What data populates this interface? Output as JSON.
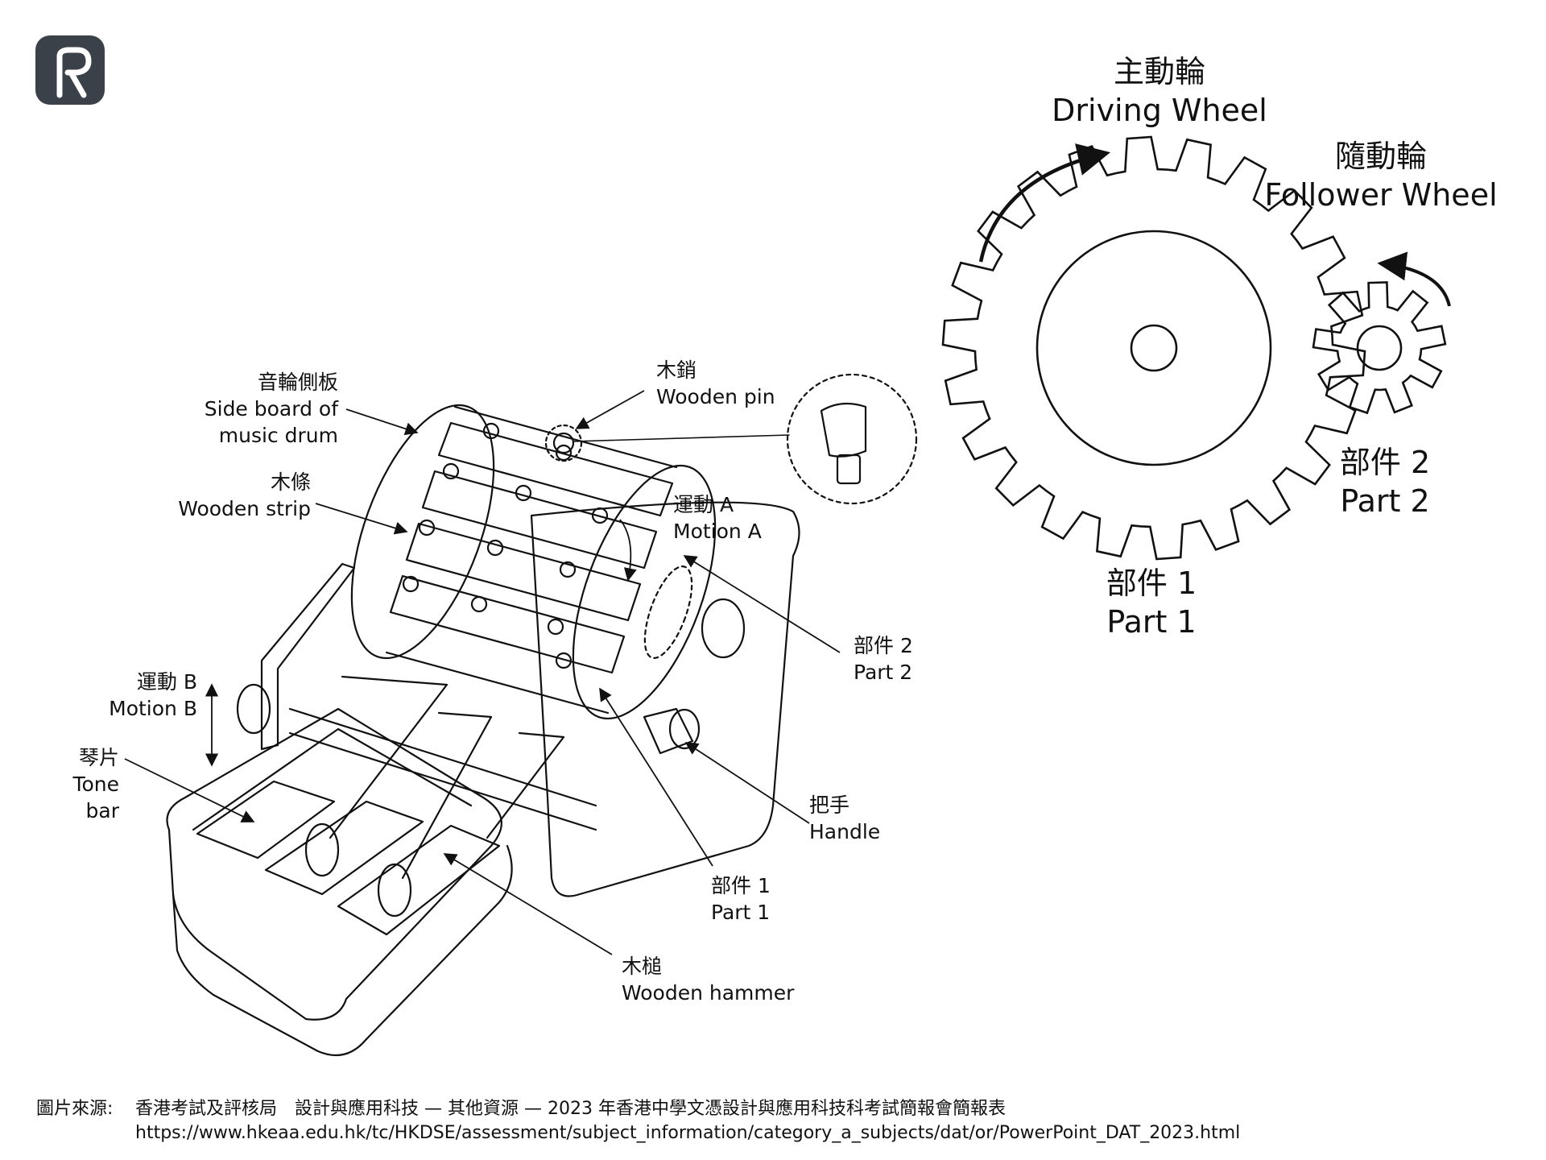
{
  "labels": {
    "side_board_zh": "音輪側板",
    "side_board_en_1": "Side board of",
    "side_board_en_2": "music drum",
    "wooden_pin_zh": "木銷",
    "wooden_pin_en": "Wooden pin",
    "wooden_strip_zh": "木條",
    "wooden_strip_en": "Wooden strip",
    "motion_a_zh": "運動 A",
    "motion_a_en": "Motion A",
    "part2_zh": "部件 2",
    "part2_en": "Part 2",
    "motion_b_zh": "運動 B",
    "motion_b_en": "Motion B",
    "tone_bar_zh": "琴片",
    "tone_bar_en_1": "Tone",
    "tone_bar_en_2": "bar",
    "handle_zh": "把手",
    "handle_en": "Handle",
    "part1_zh": "部件 1",
    "part1_en": "Part 1",
    "hammer_zh": "木槌",
    "hammer_en": "Wooden hammer"
  },
  "gears": {
    "driving_zh": "主動輪",
    "driving_en": "Driving Wheel",
    "follower_zh": "隨動輪",
    "follower_en": "Follower Wheel",
    "part1_zh": "部件 1",
    "part1_en": "Part 1",
    "part2_zh": "部件 2",
    "part2_en": "Part 2"
  },
  "source": {
    "prefix": "圖片來源:",
    "line1": "香港考試及評核局　設計與應用科技 — 其他資源 — 2023 年香港中學文憑設計與應用科技科考試簡報會簡報表",
    "line2": "https://www.hkeaa.edu.hk/tc/HKDSE/assessment/subject_information/category_a_subjects/dat/or/PowerPoint_DAT_2023.html"
  },
  "colors": {
    "ink": "#111111",
    "logo": "#3a4148"
  }
}
